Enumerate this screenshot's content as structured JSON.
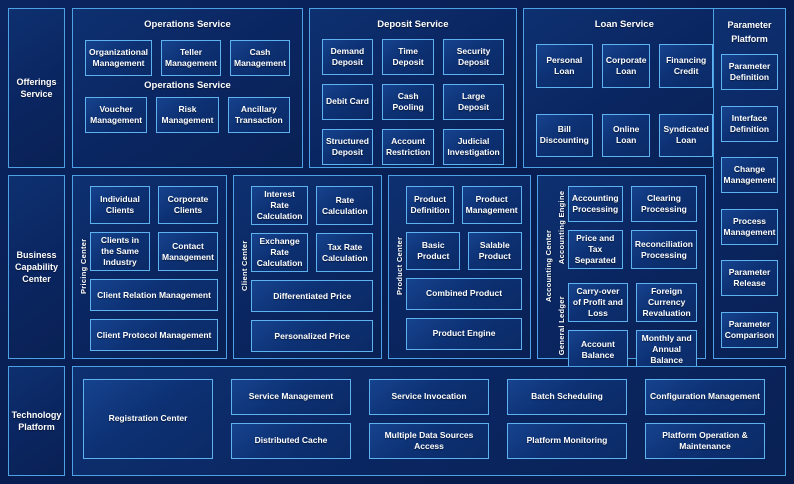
{
  "colors": {
    "page_bg": "#081D50",
    "container_bg": "#0A2560",
    "box_bg": "#0D3174",
    "border_light_blue": "#5FB2F0",
    "text": "#FFFFFF"
  },
  "offerings_service": {
    "label": "Offerings Service"
  },
  "business_capability": {
    "label": "Business Capability Center"
  },
  "technology_sidebar": {
    "label": "Technology Platform"
  },
  "operations_service": {
    "title": "Operations Service",
    "subtitle": "Operations Service",
    "row1": [
      "Organizational Management",
      "Teller Management",
      "Cash Management"
    ],
    "row2": [
      "Voucher Management",
      "Risk Management",
      "Ancillary Transaction"
    ]
  },
  "deposit_service": {
    "title": "Deposit Service",
    "items": [
      "Demand Deposit",
      "Time Deposit",
      "Security Deposit",
      "Debit Card",
      "Cash Pooling",
      "Large Deposit",
      "Structured Deposit",
      "Account Restriction",
      "Judicial Investigation"
    ]
  },
  "loan_service": {
    "title": "Loan Service",
    "items": [
      "Personal Loan",
      "Corporate Loan",
      "Financing Credit",
      "Bill Discounting",
      "Online Loan",
      "Syndicated Loan"
    ]
  },
  "parameter_platform": {
    "title": "Parameter Platform",
    "items": [
      "Parameter Definition",
      "Interface Definition",
      "Change Management",
      "Process Management",
      "Parameter Release",
      "Parameter Comparison"
    ]
  },
  "pricing_center_group": {
    "label": "Pricing Center",
    "row1": [
      "Individual Clients",
      "Corporate Clients"
    ],
    "row2": [
      "Clients in the Same Industry",
      "Contact Management"
    ],
    "wide1": "Client Relation Management",
    "wide2": "Client Protocol Management"
  },
  "client_center_group": {
    "label": "Client Center",
    "row1": [
      "Interest Rate Calculation",
      "Rate Calculation"
    ],
    "row2": [
      "Exchange Rate Calculation",
      "Tax Rate Calculation"
    ],
    "wide1": "Differentiated Price",
    "wide2": "Personalized Price"
  },
  "product_center_group": {
    "label": "Product Center",
    "row1": [
      "Product Definition",
      "Product Management"
    ],
    "row2": [
      "Basic Product",
      "Salable Product"
    ],
    "wide1": "Combined Product",
    "wide2": "Product Engine"
  },
  "accounting_center_group": {
    "label": "Accounting Center",
    "engine": {
      "label": "Accounting Engine",
      "items": [
        "Accounting Processing",
        "Clearing Processing",
        "Price and Tax Separated",
        "Reconciliation Processing"
      ]
    },
    "ledger": {
      "label": "General Ledger",
      "items": [
        "Carry-over of Profit and Loss",
        "Foreign Currency Revaluation",
        "Account Balance",
        "Monthly and Annual Balance"
      ]
    }
  },
  "technology_platform": {
    "registration": "Registration Center",
    "row1": [
      "Service Management",
      "Service Invocation",
      "Batch Scheduling",
      "Configuration Management"
    ],
    "row2": [
      "Distributed Cache",
      "Multiple Data Sources Access",
      "Platform Monitoring",
      "Platform Operation & Maintenance"
    ]
  }
}
